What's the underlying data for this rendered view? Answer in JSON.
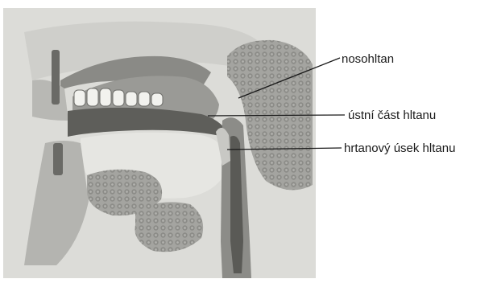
{
  "labels": {
    "nasopharynx": "nosohltan",
    "oropharynx": "ústní část hltanu",
    "laryngopharynx": "hrtanový úsek hltanu"
  },
  "colors": {
    "background": "#ffffff",
    "panel": "#dcdcd8",
    "tissue_light": "#b8b8b4",
    "tissue_mid": "#9a9a96",
    "tissue_dark": "#5e5e5a",
    "teeth": "#f2f2ee",
    "leader_line": "#1a1a1a"
  }
}
